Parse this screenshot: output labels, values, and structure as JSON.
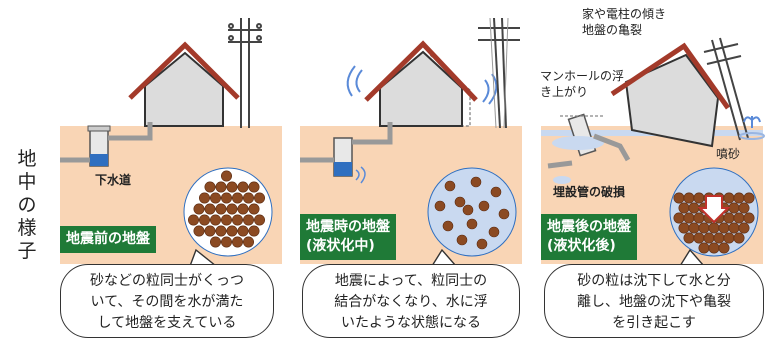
{
  "side_label": [
    "地",
    "中",
    "の",
    "様",
    "子"
  ],
  "panels": [
    {
      "state_label": [
        "地震前の地盤"
      ],
      "pipe_label": "下水道",
      "caption": [
        "砂などの粒同士がくっつ",
        "いて、その間を水が満た",
        "して地盤を支えている"
      ]
    },
    {
      "state_label": [
        "地震時の地盤",
        "(液状化中)"
      ],
      "caption": [
        "地震によって、粒同士の",
        "結合がなくなり、水に浮",
        "いたような状態になる"
      ]
    },
    {
      "state_label": [
        "地震後の地盤",
        "(液状化後)"
      ],
      "notes": {
        "house_tilt": [
          "家や電柱の傾き",
          "地盤の亀裂"
        ],
        "manhole": [
          "マンホールの浮",
          "き上がり"
        ],
        "pipe_damage": "埋設管の破損",
        "sand_boil": "噴砂"
      },
      "caption": [
        "砂の粒は沈下して水と分",
        "離し、地盤の沈下や亀裂",
        "を引き起こす"
      ]
    }
  ],
  "colors": {
    "soil": "#f9d5b5",
    "grain": "#8b4a22",
    "water": "#c9d9f0",
    "label_bg": "#1f7a37",
    "pipe_water": "#2f6fc0"
  }
}
